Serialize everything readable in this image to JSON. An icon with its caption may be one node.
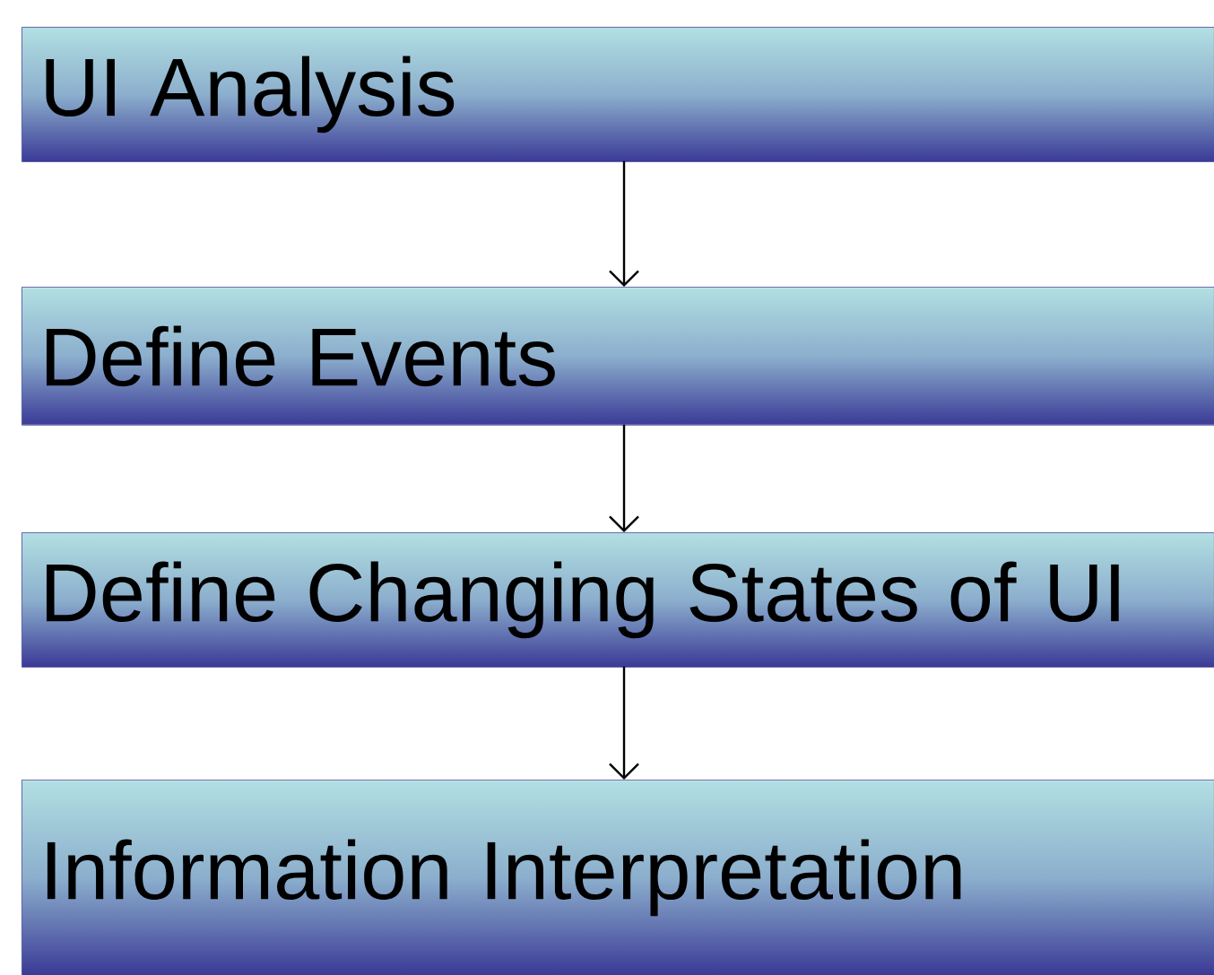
{
  "diagram": {
    "nodes": [
      {
        "text": [
          "UI Analysis"
        ]
      },
      {
        "text": [
          "Define Events"
        ]
      },
      {
        "text": [
          "Define Changing States of UI"
        ]
      },
      {
        "text": [
          "Information Interpretation"
        ]
      }
    ],
    "edges": [
      {
        "from": 0,
        "to": 1,
        "arrow": "to"
      },
      {
        "from": 1,
        "to": 2,
        "arrow": "to"
      },
      {
        "from": 2,
        "to": 3,
        "arrow": "to"
      }
    ]
  }
}
